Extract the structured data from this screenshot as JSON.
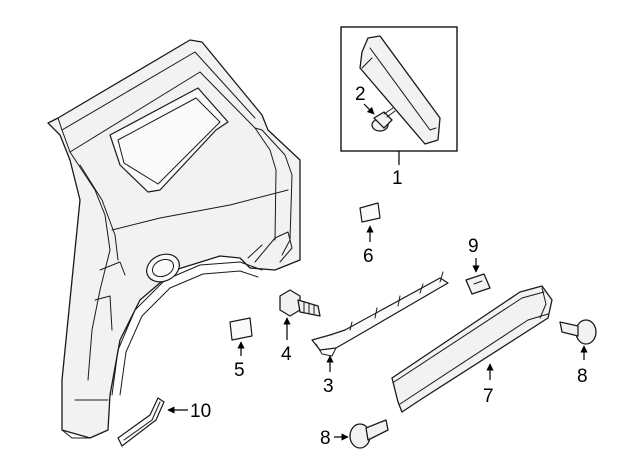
{
  "callouts": {
    "c1": "1",
    "c2": "2",
    "c3": "3",
    "c4": "4",
    "c5": "5",
    "c6": "6",
    "c7": "7",
    "c8a": "8",
    "c8b": "8",
    "c9": "9",
    "c10": "10"
  }
}
